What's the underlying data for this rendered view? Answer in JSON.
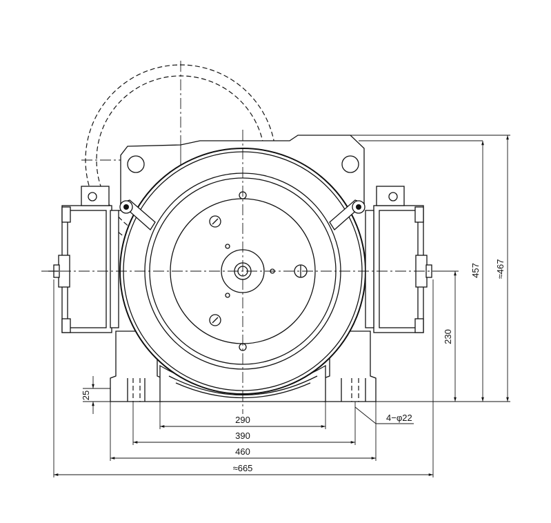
{
  "dimensions": {
    "w290": "290",
    "w390": "390",
    "w460": "460",
    "w665": "≈665",
    "h457": "457",
    "h467": "≈467",
    "h230": "230",
    "h25": "25",
    "holes": "4−φ22"
  }
}
